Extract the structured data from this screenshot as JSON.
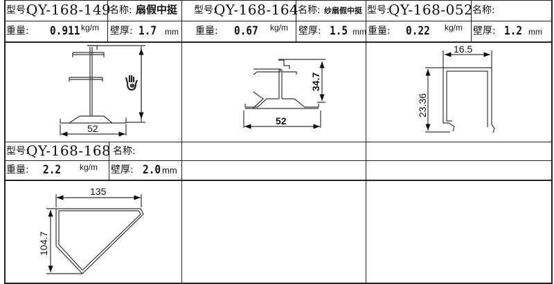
{
  "labels": {
    "model": "型号:",
    "name": "名称:",
    "weight": "重量:",
    "wall": "壁厚:",
    "kg_unit": "kg/m",
    "mm_unit": "mm"
  },
  "profiles": [
    {
      "model": "QY-168-149",
      "name": "扇假中挺",
      "weight": "0.911",
      "wall": "1.7",
      "dims": [
        "52"
      ],
      "icon": "hand-cursor-icon"
    },
    {
      "model": "QY-168-164",
      "name": "纱扇假中挺",
      "weight": "0.67",
      "wall": "1.5",
      "dims": [
        "52",
        "34.7"
      ]
    },
    {
      "model": "QY-168-052",
      "name": "",
      "weight": "0.22",
      "wall": "1.2",
      "dims": [
        "16.5",
        "23.36"
      ]
    },
    {
      "model": "QY-168-168",
      "name": "",
      "weight": "2.2",
      "wall": "2.0",
      "dims": [
        "135",
        "104.7"
      ]
    }
  ]
}
